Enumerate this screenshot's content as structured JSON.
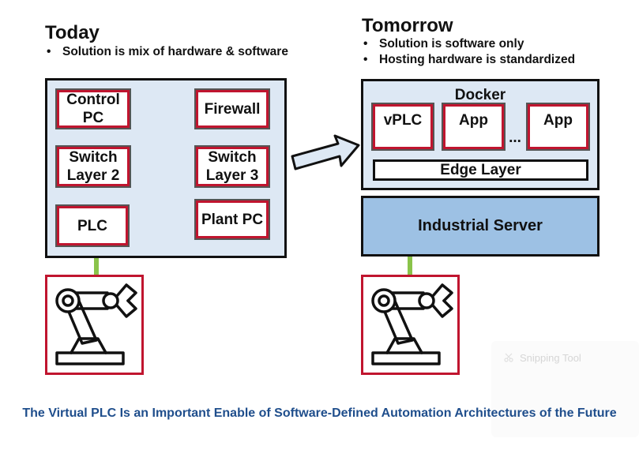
{
  "today": {
    "heading": "Today",
    "bullets": [
      "Solution is mix of hardware & software"
    ],
    "boxes": {
      "control_pc": "Control PC",
      "firewall": "Firewall",
      "switch_l2": "Switch Layer 2",
      "switch_l3": "Switch Layer 3",
      "plc": "PLC",
      "plant_pc": "Plant PC"
    }
  },
  "tomorrow": {
    "heading": "Tomorrow",
    "bullets": [
      "Solution is software only",
      "Hosting hardware is standardized"
    ],
    "docker_label": "Docker",
    "boxes": {
      "vplc": "vPLC",
      "app1": "App",
      "app2": "App"
    },
    "ellipsis": "...",
    "edge_layer": "Edge Layer",
    "server": "Industrial Server"
  },
  "caption": "The Virtual PLC Is an Important Enable of Software-Defined Automation Architectures of the Future",
  "watermark": "Snipping Tool",
  "colors": {
    "panel_fill": "#dde8f4",
    "server_fill": "#9dc1e4",
    "box_border": "#c0152f",
    "connector": "#8ac34a",
    "caption": "#1f4e8c"
  }
}
